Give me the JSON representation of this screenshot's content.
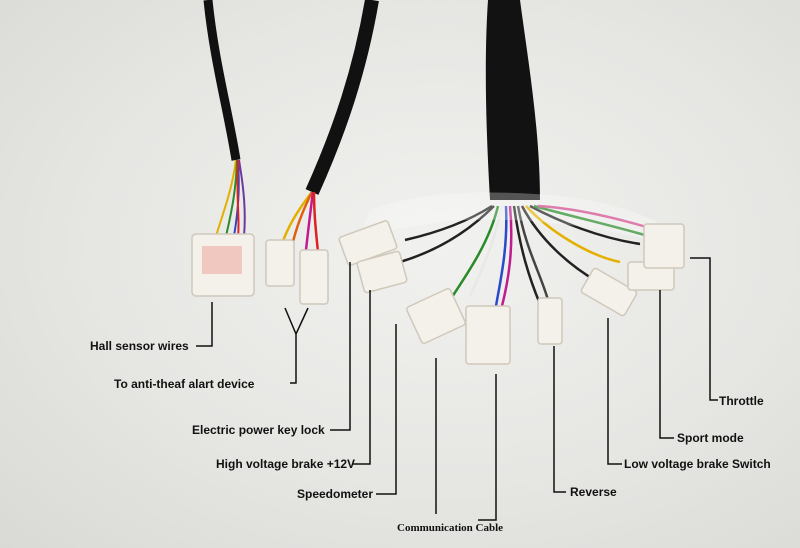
{
  "labels": {
    "hall_sensor": "Hall sensor wires",
    "anti_theft": "To anti-theaf alart device",
    "key_lock": "Electric power key lock",
    "hv_brake": "High voltage brake +12V",
    "speedometer": "Speedometer",
    "communication": "Communication Cable",
    "reverse": "Reverse",
    "lv_brake": "Low voltage brake Switch",
    "sport_mode": "Sport mode",
    "throttle": "Throttle"
  },
  "colors": {
    "background": "#e6e6e3",
    "cable": "#111111",
    "connector": "#f4f1ea",
    "leader_line": "#111111"
  }
}
